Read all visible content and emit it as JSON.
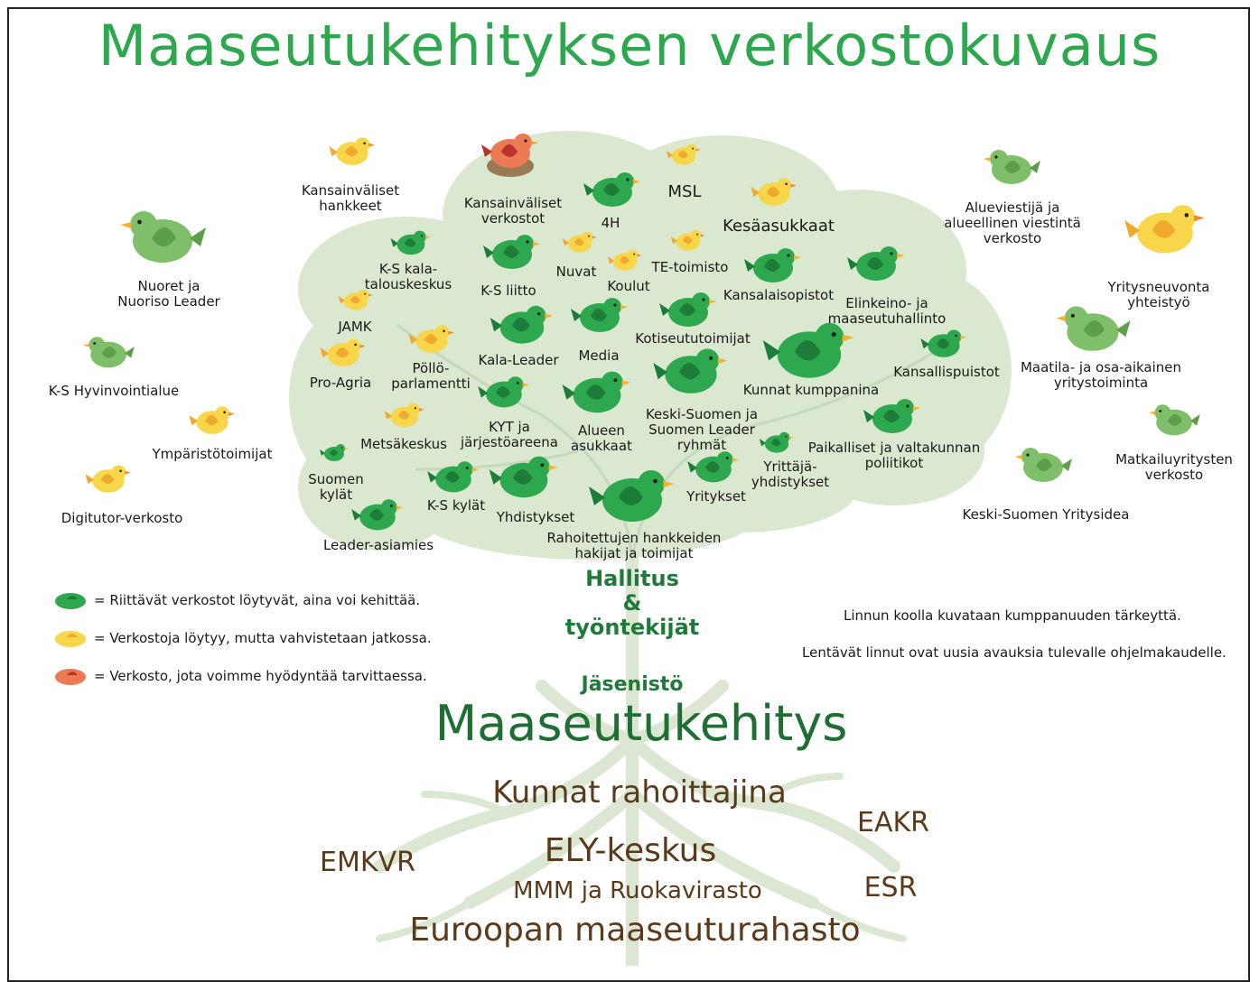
{
  "title": "Maaseutukehityksen verkostokuvaus",
  "colors": {
    "green": "#2ea84f",
    "yellow": "#f7c93a",
    "orange": "#e8633e",
    "tree": "#d9e8cf",
    "brown": "#5a3a1a"
  },
  "legend": {
    "green": "= Riittävät verkostot löytyvät, aina voi kehittää.",
    "yellow": "= Verkostoja löytyy, mutta vahvistetaan jatkossa.",
    "orange": "= Verkosto, jota voimme hyödyntää tarvittaessa."
  },
  "notes": {
    "size": "Linnun koolla kuvataan kumppanuuden tärkeyttä.",
    "flying": "Lentävät linnut ovat uusia avauksia tulevalle ohjelmakaudelle."
  },
  "trunk": {
    "hallitus": "Hallitus\n&\ntyöntekijät",
    "jasenisto": "Jäsenistö"
  },
  "roots": {
    "main": "Maaseutukehitys",
    "kunnat": "Kunnat rahoittajina",
    "ely": "ELY-keskus",
    "mmm": "MMM ja Ruokavirasto",
    "euroopan": "Euroopan maaseuturahasto",
    "emkvr": "EMKVR",
    "eakr": "EAKR",
    "esr": "ESR"
  },
  "birds": [
    {
      "id": "kv-hankkeet",
      "label": "Kansainväliset\nhankkeet",
      "color": "yellow",
      "status": "yellow"
    },
    {
      "id": "kv-verkostot",
      "label": "Kansainväliset\nverkostot",
      "color": "orange",
      "status": "orange"
    },
    {
      "id": "4h",
      "label": "4H",
      "color": "green",
      "status": "green"
    },
    {
      "id": "msl",
      "label": "MSL",
      "color": "yellow",
      "status": "yellow"
    },
    {
      "id": "kesaasukkaat",
      "label": "Kesäasukkaat",
      "color": "yellow",
      "status": "yellow"
    },
    {
      "id": "ks-kala",
      "label": "K-S kala-\ntalouskeskus",
      "color": "green",
      "status": "green"
    },
    {
      "id": "ks-liitto",
      "label": "K-S liitto",
      "color": "green",
      "status": "green"
    },
    {
      "id": "nuvat",
      "label": "Nuvat",
      "color": "yellow",
      "status": "yellow"
    },
    {
      "id": "koulut",
      "label": "Koulut",
      "color": "yellow",
      "status": "yellow"
    },
    {
      "id": "te-toimisto",
      "label": "TE-toimisto",
      "color": "yellow",
      "status": "yellow"
    },
    {
      "id": "kansalaisopistot",
      "label": "Kansalaisopistot",
      "color": "green",
      "status": "green"
    },
    {
      "id": "elinkeino",
      "label": "Elinkeino- ja\nmaaseutuhallinto",
      "color": "green",
      "status": "green"
    },
    {
      "id": "jamk",
      "label": "JAMK",
      "color": "yellow",
      "status": "yellow"
    },
    {
      "id": "kala-leader",
      "label": "Kala-Leader",
      "color": "green",
      "status": "green"
    },
    {
      "id": "media",
      "label": "Media",
      "color": "green",
      "status": "green"
    },
    {
      "id": "kotiseutu",
      "label": "Kotiseututoimijat",
      "color": "green",
      "status": "green"
    },
    {
      "id": "kansallispuistot",
      "label": "Kansallispuistot",
      "color": "green",
      "status": "green"
    },
    {
      "id": "pro-agria",
      "label": "Pro-Agria",
      "color": "yellow",
      "status": "yellow"
    },
    {
      "id": "pollo",
      "label": "Pöllö-\nparlamentti",
      "color": "yellow",
      "status": "yellow"
    },
    {
      "id": "kunnat-kumppanina",
      "label": "Kunnat kumppanina",
      "color": "green",
      "status": "green"
    },
    {
      "id": "ks-leader",
      "label": "Keski-Suomen ja\nSuomen Leader\nryhmät",
      "color": "green",
      "status": "green"
    },
    {
      "id": "kyt",
      "label": "KYT ja\njärjestöareena",
      "color": "green",
      "status": "green"
    },
    {
      "id": "alueen-asukkaat",
      "label": "Alueen\nasukkaat",
      "color": "green",
      "status": "green"
    },
    {
      "id": "metsakeskus",
      "label": "Metsäkeskus",
      "color": "yellow",
      "status": "yellow"
    },
    {
      "id": "paikalliset",
      "label": "Paikalliset ja valtakunnan\npoliitikot",
      "color": "green",
      "status": "green"
    },
    {
      "id": "yrittaja",
      "label": "Yrittäjä-\nyhdistykset",
      "color": "green",
      "status": "green"
    },
    {
      "id": "suomen-kylat",
      "label": "Suomen\nkylät",
      "color": "green",
      "status": "green"
    },
    {
      "id": "ks-kylat",
      "label": "K-S kylät",
      "color": "green",
      "status": "green"
    },
    {
      "id": "yhdistykset",
      "label": "Yhdistykset",
      "color": "green",
      "status": "green"
    },
    {
      "id": "rahoitettujen",
      "label": "Rahoitettujen hankkeiden\nhakijat ja toimijat",
      "color": "green",
      "status": "green"
    },
    {
      "id": "yritykset",
      "label": "Yritykset",
      "color": "green",
      "status": "green"
    },
    {
      "id": "leader-asiamies",
      "label": "Leader-asiamies",
      "color": "green",
      "status": "green"
    },
    {
      "id": "nuoret",
      "label": "Nuoret ja\nNuoriso Leader",
      "color": "lightgreen",
      "status": "flying"
    },
    {
      "id": "ks-hyvinvointi",
      "label": "K-S Hyvinvointialue",
      "color": "lightgreen",
      "status": "flying"
    },
    {
      "id": "ymparisto",
      "label": "Ympäristötoimijat",
      "color": "yellow",
      "status": "flying"
    },
    {
      "id": "digitutor",
      "label": "Digitutor-verkosto",
      "color": "yellow",
      "status": "flying"
    },
    {
      "id": "alueviestija",
      "label": "Alueviestijä ja\nalueellinen viestintä\nverkosto",
      "color": "lightgreen",
      "status": "flying"
    },
    {
      "id": "yritysneuvonta",
      "label": "Yritysneuvonta\nyhteistyö",
      "color": "yellow",
      "status": "flying"
    },
    {
      "id": "maatila",
      "label": "Maatila- ja osa-aikainen\nyritystoiminta",
      "color": "lightgreen",
      "status": "flying"
    },
    {
      "id": "matkailu",
      "label": "Matkailuyritysten\nverkosto",
      "color": "lightgreen",
      "status": "flying"
    },
    {
      "id": "ks-yritysidea",
      "label": "Keski-Suomen Yritysidea",
      "color": "lightgreen",
      "status": "flying"
    }
  ]
}
